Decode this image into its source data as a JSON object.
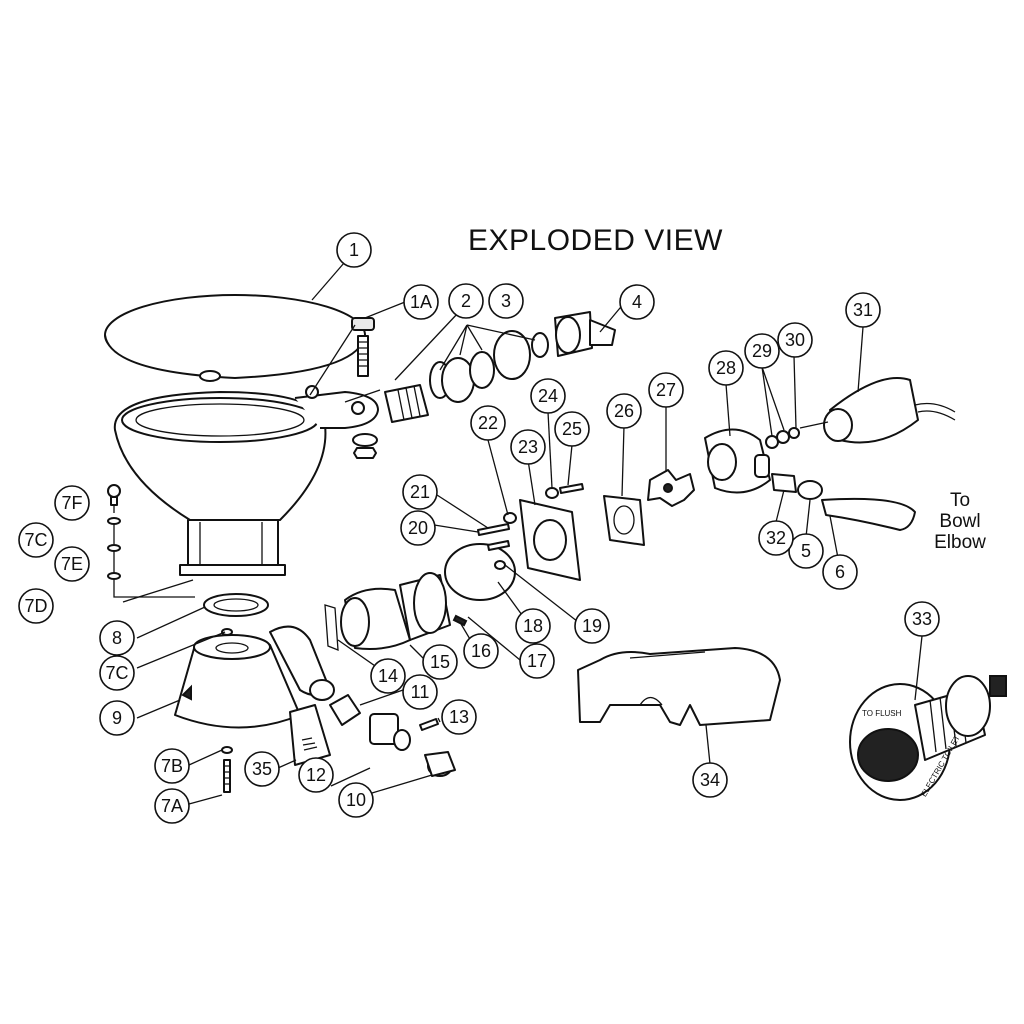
{
  "title": "EXPLODED  VIEW",
  "note": {
    "line1": "To",
    "line2": "Bowl",
    "line3": "Elbow"
  },
  "knob_text": {
    "arc1": "TO  FLUSH",
    "arc2": "ELECTRIC  TOILET"
  },
  "callouts": [
    "1",
    "1A",
    "2",
    "3",
    "4",
    "5",
    "6",
    "7A",
    "7B",
    "7C",
    "7C",
    "7D",
    "7E",
    "7F",
    "8",
    "9",
    "10",
    "11",
    "12",
    "13",
    "14",
    "15",
    "16",
    "17",
    "18",
    "19",
    "20",
    "21",
    "22",
    "23",
    "24",
    "25",
    "26",
    "27",
    "28",
    "29",
    "30",
    "31",
    "32",
    "33",
    "34",
    "35"
  ]
}
